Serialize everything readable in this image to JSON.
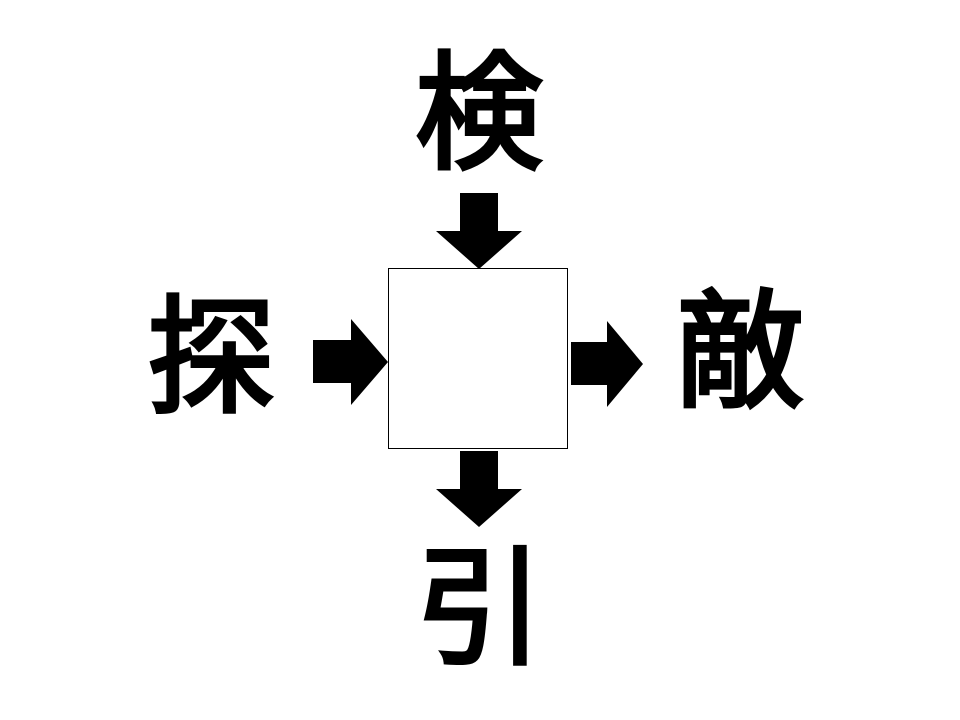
{
  "puzzle": {
    "top": "検",
    "left": "探",
    "right": "敵",
    "bottom": "引"
  },
  "arrows": {
    "top": "arrow-down-icon",
    "left": "arrow-right-icon",
    "right": "arrow-right-icon",
    "bottom": "arrow-down-icon"
  },
  "colors": {
    "ink": "#000000",
    "background": "#ffffff"
  }
}
